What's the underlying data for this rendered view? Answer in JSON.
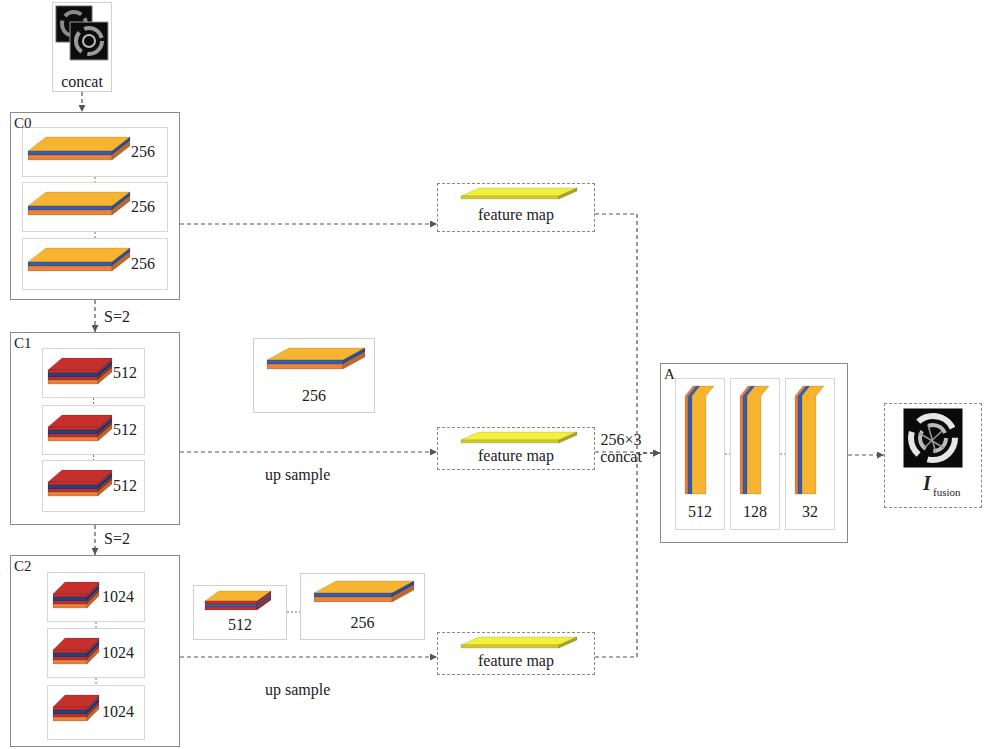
{
  "diagram": {
    "nodes": [
      {
        "text": [
          "concat"
        ]
      },
      {
        "text": [
          "C0"
        ]
      },
      {
        "text": [
          "256"
        ],
        "in": 1
      },
      {
        "text": [
          "256"
        ],
        "in": 1
      },
      {
        "text": [
          "256"
        ],
        "in": 1
      },
      {
        "text": [
          "feature map"
        ]
      },
      {
        "text": [
          "C1"
        ]
      },
      {
        "text": [
          "512"
        ],
        "in": 6
      },
      {
        "text": [
          "512"
        ],
        "in": 6
      },
      {
        "text": [
          "512"
        ],
        "in": 6
      },
      {
        "text": [
          "256"
        ]
      },
      {
        "text": [
          "feature map"
        ]
      },
      {
        "text": [
          "A"
        ]
      },
      {
        "text": [
          "512"
        ],
        "in": 12
      },
      {
        "text": [
          "128"
        ],
        "in": 12
      },
      {
        "text": [
          "32"
        ],
        "in": 12
      },
      {
        "text": [
          "I",
          "fusion"
        ]
      },
      {
        "text": [
          "C2"
        ]
      },
      {
        "text": [
          "1024"
        ],
        "in": 17
      },
      {
        "text": [
          "1024"
        ],
        "in": 17
      },
      {
        "text": [
          "1024"
        ],
        "in": 17
      },
      {
        "text": [
          "512"
        ]
      },
      {
        "text": [
          "256"
        ]
      },
      {
        "text": [
          "feature map"
        ]
      }
    ],
    "edges": [
      {
        "from": 0,
        "to": 1,
        "arrow": "to"
      },
      {
        "from": 1,
        "to": 6,
        "arrow": "to",
        "label": "S=2"
      },
      {
        "from": 6,
        "to": 17,
        "arrow": "to",
        "label": "S=2"
      },
      {
        "from": 1,
        "to": 5,
        "arrow": "to"
      },
      {
        "from": 6,
        "to": 11,
        "arrow": "to",
        "label": "up sample"
      },
      {
        "from": 17,
        "to": 23,
        "arrow": "to",
        "label": "up sample"
      },
      {
        "from": 5,
        "to": 12,
        "arrow": "to"
      },
      {
        "from": 11,
        "to": 12,
        "arrow": "to",
        "label": "256×3 concat"
      },
      {
        "from": 23,
        "to": 12,
        "arrow": "to"
      },
      {
        "from": 12,
        "to": 16,
        "arrow": "to"
      },
      {
        "from": 2,
        "to": 3,
        "arrow": "none"
      },
      {
        "from": 3,
        "to": 4,
        "arrow": "none"
      },
      {
        "from": 7,
        "to": 8,
        "arrow": "none"
      },
      {
        "from": 8,
        "to": 9,
        "arrow": "none"
      },
      {
        "from": 18,
        "to": 19,
        "arrow": "none"
      },
      {
        "from": 19,
        "to": 20,
        "arrow": "none"
      },
      {
        "from": 13,
        "to": 14,
        "arrow": "none"
      },
      {
        "from": 14,
        "to": 15,
        "arrow": "none"
      },
      {
        "from": 21,
        "to": 22,
        "arrow": "none"
      }
    ]
  }
}
